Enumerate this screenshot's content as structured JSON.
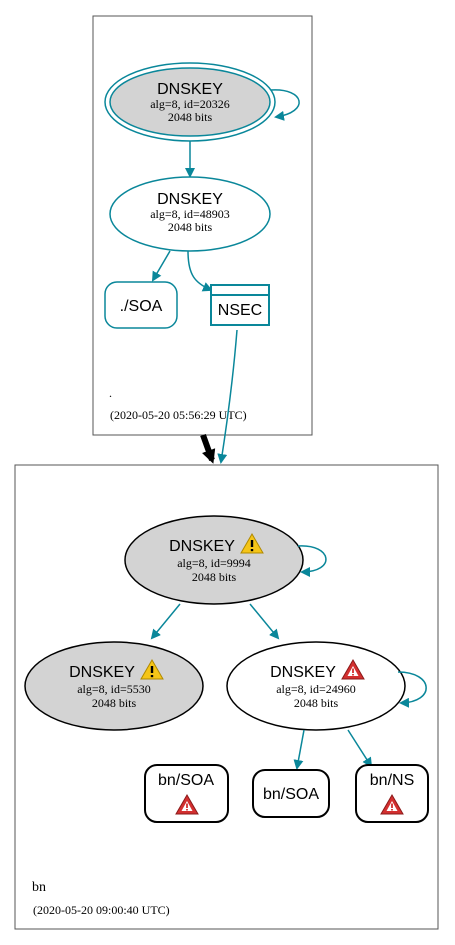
{
  "colors": {
    "edge": "#0a879a",
    "zone_border": "#555555",
    "ksk_fill": "#d3d3d3",
    "warning_yellow": "#f5c518",
    "error_red": "#d32f2f"
  },
  "zones": {
    "root": {
      "name": ".",
      "timestamp": "(2020-05-20 05:56:29 UTC)",
      "nodes": {
        "ksk": {
          "title": "DNSKEY",
          "alg": "alg=8, id=20326",
          "bits": "2048 bits"
        },
        "zsk": {
          "title": "DNSKEY",
          "alg": "alg=8, id=48903",
          "bits": "2048 bits"
        },
        "soa": {
          "label": "./SOA"
        },
        "nsec": {
          "label": "NSEC"
        }
      }
    },
    "bn": {
      "name": "bn",
      "timestamp": "(2020-05-20 09:00:40 UTC)",
      "nodes": {
        "ksk": {
          "title": "DNSKEY",
          "alg": "alg=8, id=9994",
          "bits": "2048 bits",
          "status_icon": "warning-icon"
        },
        "left": {
          "title": "DNSKEY",
          "alg": "alg=8, id=5530",
          "bits": "2048 bits",
          "status_icon": "warning-icon"
        },
        "right": {
          "title": "DNSKEY",
          "alg": "alg=8, id=24960",
          "bits": "2048 bits",
          "status_icon": "error-icon"
        },
        "soa_error": {
          "label": "bn/SOA",
          "status_icon": "error-icon"
        },
        "soa": {
          "label": "bn/SOA"
        },
        "ns": {
          "label": "bn/NS",
          "status_icon": "error-icon"
        }
      }
    }
  }
}
